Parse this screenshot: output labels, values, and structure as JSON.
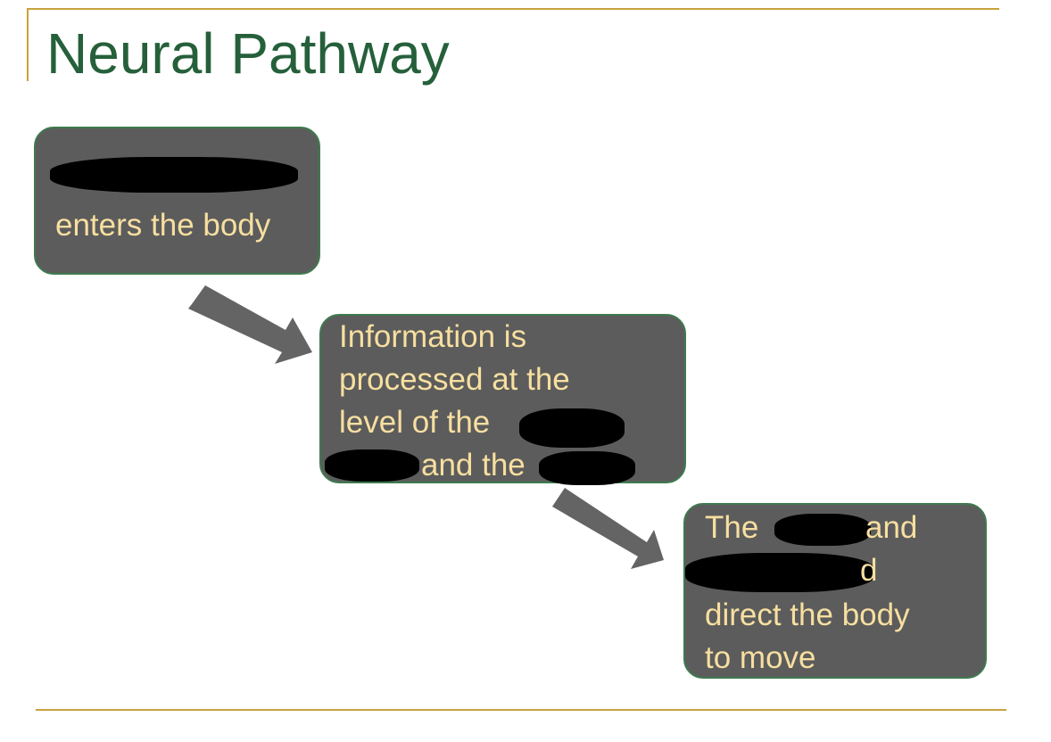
{
  "title": "Neural Pathway",
  "colors": {
    "title": "#25603a",
    "box_fill": "#5c5c5c",
    "box_border": "#3e7a4e",
    "box_text": "#f7dfa0",
    "arrow": "#646464",
    "rule": "#c8a23e",
    "redaction": "#000000"
  },
  "steps": [
    {
      "lines": [
        "",
        "enters the body"
      ]
    },
    {
      "lines": [
        "Information is",
        "processed at the",
        "level of the",
        "and the"
      ]
    },
    {
      "lines": [
        "The",
        "and",
        "d",
        "direct the body",
        "to move"
      ]
    }
  ]
}
